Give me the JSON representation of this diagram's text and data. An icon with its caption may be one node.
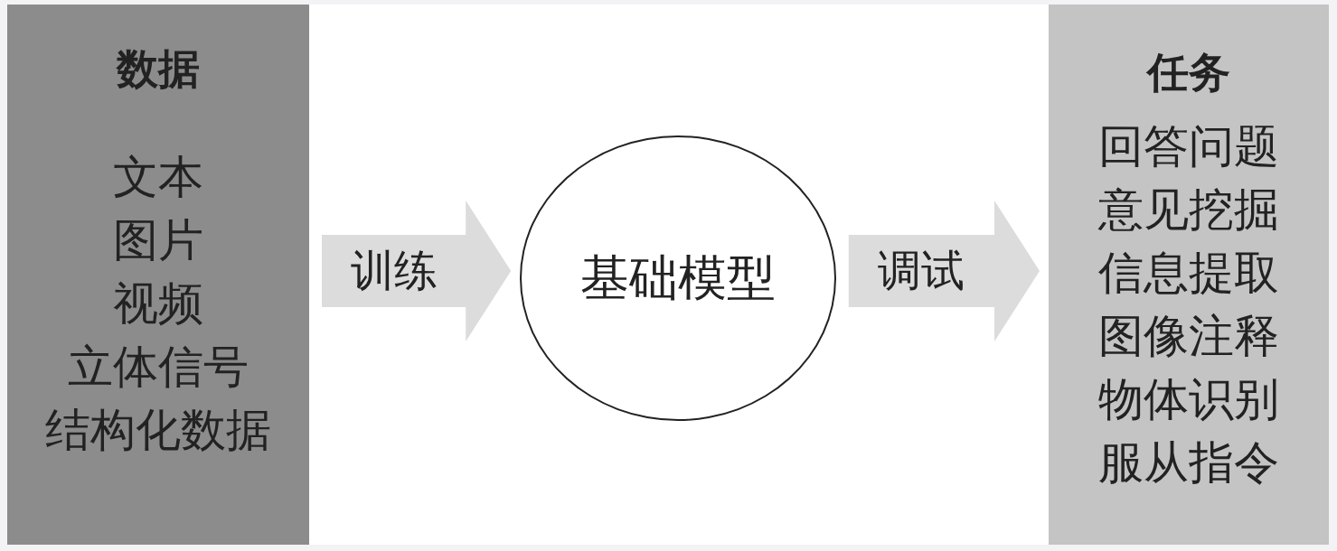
{
  "diagram": {
    "nodes": [
      {
        "text": [
          "数据",
          "文本",
          "图片",
          "视频",
          "立体信号",
          "结构化数据"
        ]
      },
      {
        "text": [
          "基础模型"
        ]
      },
      {
        "text": [
          "任务",
          "回答问题",
          "意见挖掘",
          "信息提取",
          "图像注释",
          "物体识别",
          "服从指令"
        ]
      }
    ],
    "edges": [
      {
        "from": 0,
        "to": 1,
        "arrow": "to",
        "label": "训练",
        "style": "thick"
      },
      {
        "from": 1,
        "to": 2,
        "arrow": "to",
        "label": "调试",
        "style": "thick"
      }
    ]
  }
}
